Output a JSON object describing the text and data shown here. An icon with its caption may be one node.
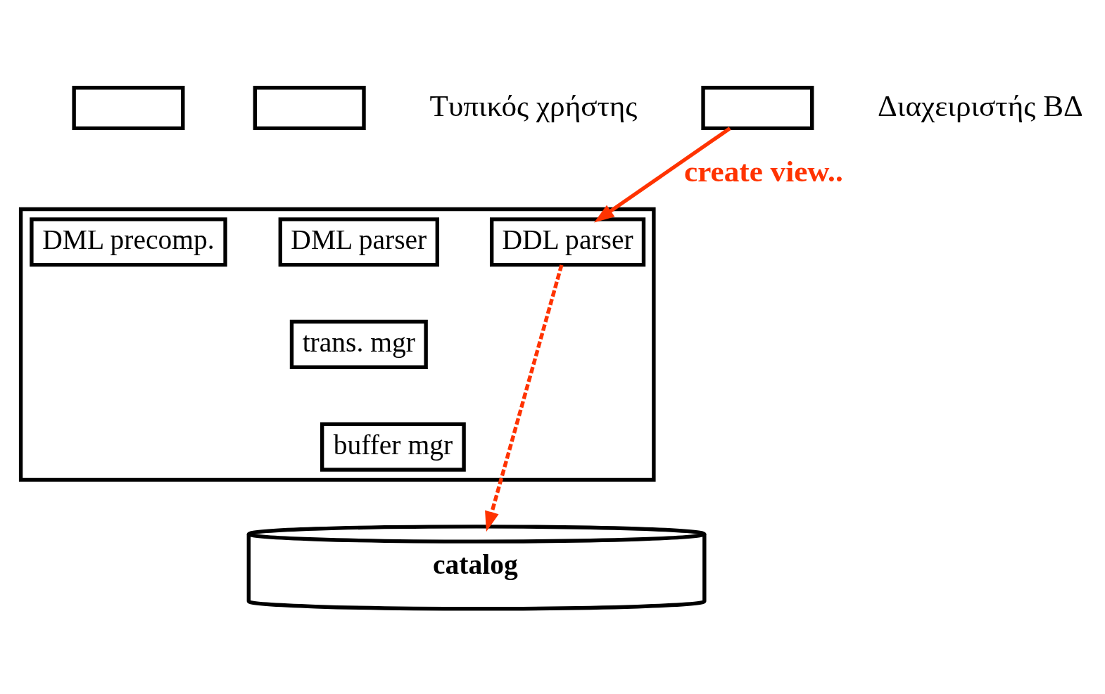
{
  "diagram": {
    "nodes": [
      {
        "text": [],
        "shape": "box"
      },
      {
        "text": [],
        "shape": "box",
        "beside": [
          "Τυπικός χρήστης"
        ]
      },
      {
        "text": [],
        "shape": "box",
        "beside": [
          "Διαχειριστής ΒΔ"
        ]
      },
      {
        "text": [],
        "shape": "box"
      },
      {
        "text": [
          "DML precomp."
        ],
        "in": 3
      },
      {
        "text": [
          "DML parser"
        ],
        "in": 3
      },
      {
        "text": [
          "DDL parser"
        ],
        "in": 3
      },
      {
        "text": [
          "trans. mgr"
        ],
        "in": 3
      },
      {
        "text": [
          "buffer mgr"
        ],
        "in": 3
      },
      {
        "text": [
          "catalog"
        ]
      }
    ],
    "edges": [
      {
        "from": 2,
        "to": 6,
        "arrow": "to",
        "label": "create view..",
        "color": "#ff3300"
      },
      {
        "from": 6,
        "to": 9,
        "arrow": "to",
        "style": "dashed",
        "color": "#ff3300"
      }
    ]
  }
}
